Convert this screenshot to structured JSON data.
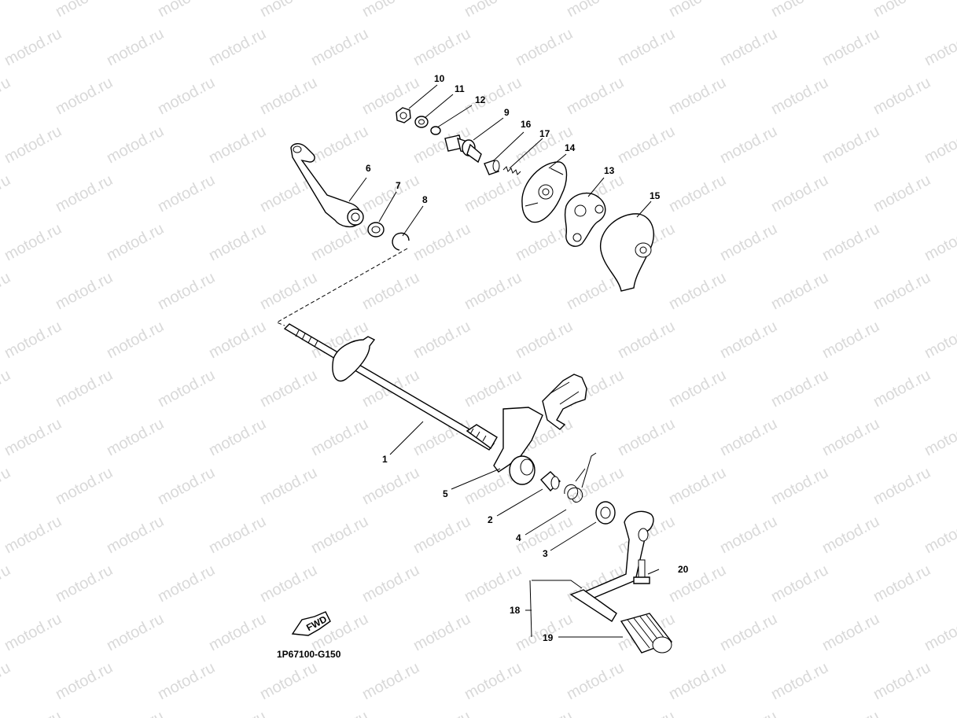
{
  "watermark": "motod.ru",
  "diagram_code": "1P67100-G150",
  "fwd_label": "FWD",
  "callouts": {
    "c1": "1",
    "c2": "2",
    "c3": "3",
    "c4": "4",
    "c5": "5",
    "c6": "6",
    "c7": "7",
    "c8": "8",
    "c9": "9",
    "c10": "10",
    "c11": "11",
    "c12": "12",
    "c13": "13",
    "c14": "14",
    "c15": "15",
    "c16": "16",
    "c17": "17",
    "c18": "18",
    "c19": "19",
    "c20": "20"
  }
}
